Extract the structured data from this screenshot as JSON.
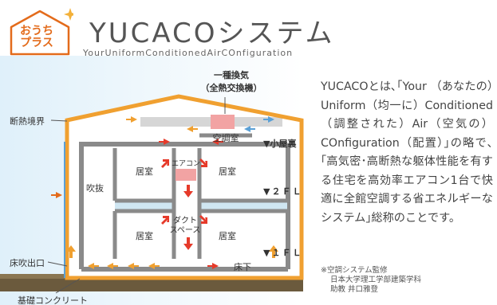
{
  "logo": {
    "line1": "おうち",
    "line2": "プラス"
  },
  "header": {
    "title": "YUCACOシステム",
    "subtitle": "YourUniformConditionedAirCOnfiguration"
  },
  "diagram": {
    "ventilation_label": "一種換気",
    "ventilation_sub": "（全熱交換機）",
    "insulation_boundary": "断熱境界",
    "aircon_room": "空調室",
    "attic": "▼小屋裏",
    "floor2": "▼２ＦＬ",
    "floor1": "▼１ＦＬ",
    "room_2f_left": "居室",
    "room_2f_right": "居室",
    "room_1f_left": "居室",
    "room_1f_right": "居室",
    "atrium": "吹抜",
    "aircon": "エアコン",
    "duct_space_1": "ダクト",
    "duct_space_2": "スペース",
    "underfloor": "床下",
    "floor_outlet": "床吹出口",
    "foundation": "基礎コンクリート"
  },
  "description": "YUCACOとは､｢Your （あなたの）Uniform（均一に）Conditioned （調整された）Air（空気の）COnfiguration（配置）｣の略で､｢高気密･高断熱な躯体性能を有する住宅を高効率エアコン1台で快適に全館空調する省エネルギーなシステム｣総称のことです。",
  "note": {
    "line1": "※空調システム監修",
    "line2": "日本大学理工学部建築学科",
    "line3": "助教 井口雅登"
  },
  "colors": {
    "orange": "#f0a030",
    "red": "#e63a2a",
    "blue": "#5aa0d6",
    "gray": "#8a8a8a",
    "pink": "#f2a3a3"
  }
}
